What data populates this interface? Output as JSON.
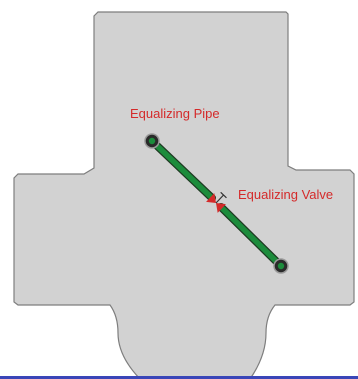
{
  "diagram": {
    "labels": {
      "pipe": "Equalizing Pipe",
      "valve": "Equalizing Valve"
    },
    "colors": {
      "background": "#ffffff",
      "body_fill": "#d2d2d2",
      "body_stroke": "#7e7e7e",
      "pipe": "#1c8c3c",
      "pipe_outline": "#1e3a22",
      "valve": "#d42a2a",
      "label": "#d42a2a",
      "bottom_edge": "#3a46b8"
    },
    "components": {
      "body": "tank-body",
      "pipe": "equalizing-pipe",
      "valve": "equalizing-valve"
    }
  }
}
